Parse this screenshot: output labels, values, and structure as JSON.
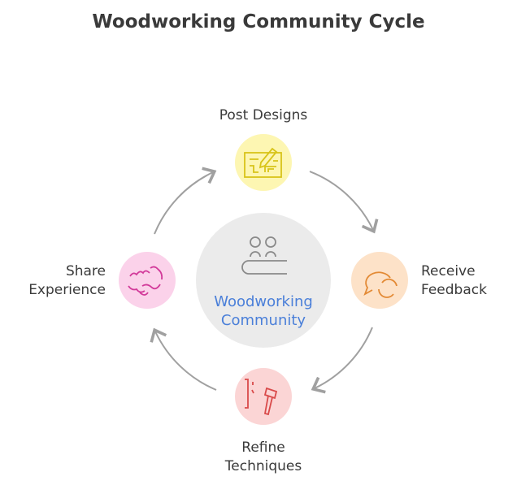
{
  "title": "Woodworking Community Cycle",
  "center": {
    "line1": "Woodworking",
    "line2": "Community",
    "color": "#4a7fd9",
    "icon": "people-table-icon"
  },
  "steps": [
    {
      "line1": "Post Designs",
      "line2": "",
      "color": "#d8c419",
      "bg": "#fdf6b2",
      "icon": "blueprint-pencil-icon"
    },
    {
      "line1": "Receive",
      "line2": "Feedback",
      "color": "#e38a35",
      "bg": "#fde2c8",
      "icon": "chat-refresh-icon"
    },
    {
      "line1": "Refine",
      "line2": "Techniques",
      "color": "#d94a4a",
      "bg": "#fbd5d5",
      "icon": "hammer-icon"
    },
    {
      "line1": "Share",
      "line2": "Experience",
      "color": "#d23a9a",
      "bg": "#fbd2ea",
      "icon": "handshake-icon"
    }
  ]
}
